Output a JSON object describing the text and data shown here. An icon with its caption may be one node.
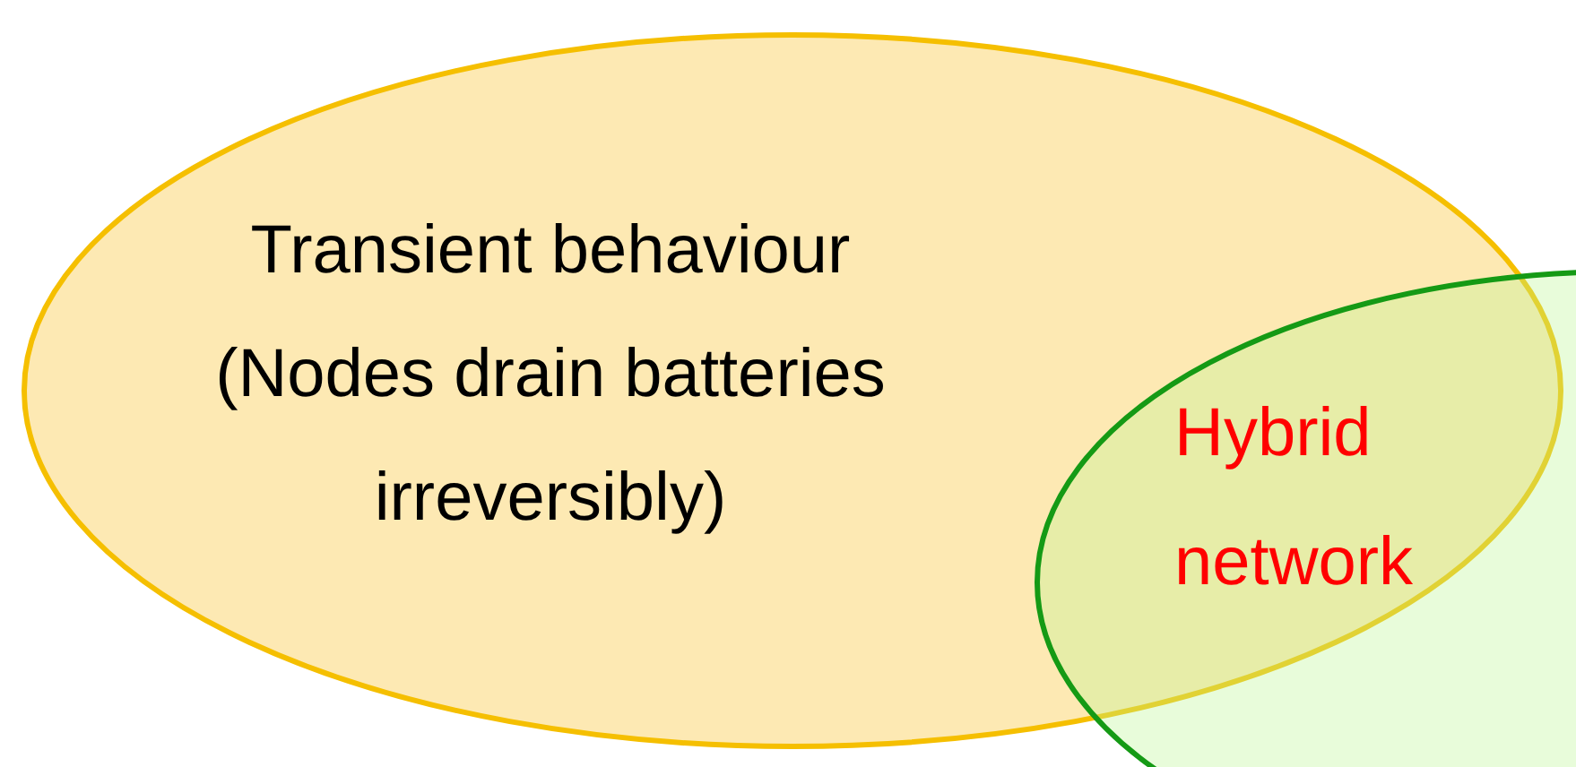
{
  "diagram": {
    "nodes": [
      {
        "text": [
          "Transient behaviour (Nodes drain batteries irreversibly)"
        ]
      },
      {
        "text": [],
        "shape": "ellipse"
      }
    ],
    "labels": [
      "Hybrid network"
    ]
  }
}
